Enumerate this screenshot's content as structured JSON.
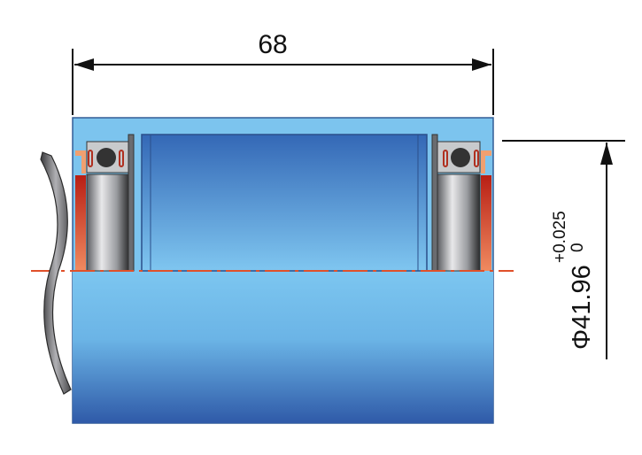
{
  "dimensions": {
    "width_label": "68",
    "diameter_label": "Φ41.96",
    "tolerance_upper": "+0.025",
    "tolerance_lower": "0"
  },
  "colors": {
    "shell_light": "#7cc4ee",
    "shell_dark": "#2f5fae",
    "seal_red": "#c8321e",
    "centerline": "#e0502a",
    "bearing_grey": "#8a8c90"
  }
}
